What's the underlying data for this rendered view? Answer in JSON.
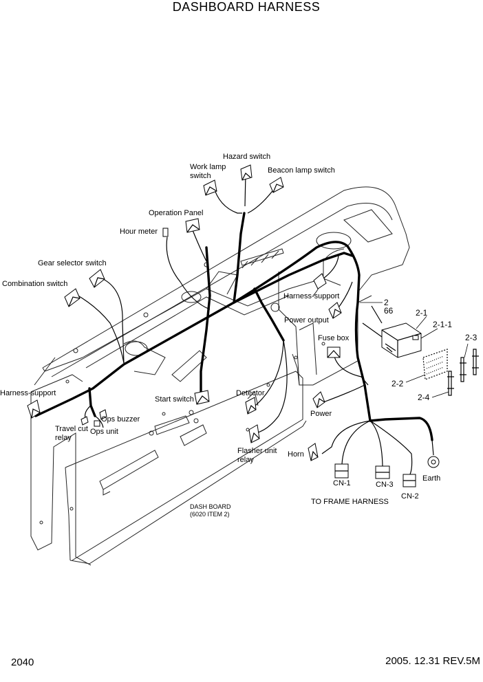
{
  "title": "DASHBOARD HARNESS",
  "page_number": "2040",
  "revision": "2005. 12.31  REV.5M",
  "labels": {
    "hazard_switch": "Hazard switch",
    "work_lamp_switch_1": "Work lamp",
    "work_lamp_switch_2": "switch",
    "beacon_lamp_switch": "Beacon lamp switch",
    "operation_panel": "Operation Panel",
    "hour_meter": "Hour meter",
    "gear_selector_switch": "Gear selector switch",
    "combination_switch": "Combination switch",
    "harness_support_right": "Harness-support",
    "power_output": "Power output",
    "fuse_box": "Fuse box",
    "harness_support_left": "Harness-support",
    "travel_cut_relay_1": "Travel cut",
    "travel_cut_relay_2": "relay",
    "ops_buzzer": "Ops buzzer",
    "ops_unit": "Ops unit",
    "start_switch": "Start switch",
    "detector": "Detector",
    "flasher_unit_relay_1": "Flasher unit",
    "flasher_unit_relay_2": "relay",
    "power": "Power",
    "horn": "Horn",
    "cn1": "CN-1",
    "cn2": "CN-2",
    "cn3": "CN-3",
    "earth": "Earth",
    "to_frame_harness": "TO FRAME HARNESS",
    "dash_board_1": "DASH BOARD",
    "dash_board_2": "(6020 ITEM 2)",
    "ref_2": "2",
    "ref_66": "66",
    "ref_2_1": "2-1",
    "ref_2_1_1": "2-1-1",
    "ref_2_2": "2-2",
    "ref_2_3": "2-3",
    "ref_2_4": "2-4"
  }
}
